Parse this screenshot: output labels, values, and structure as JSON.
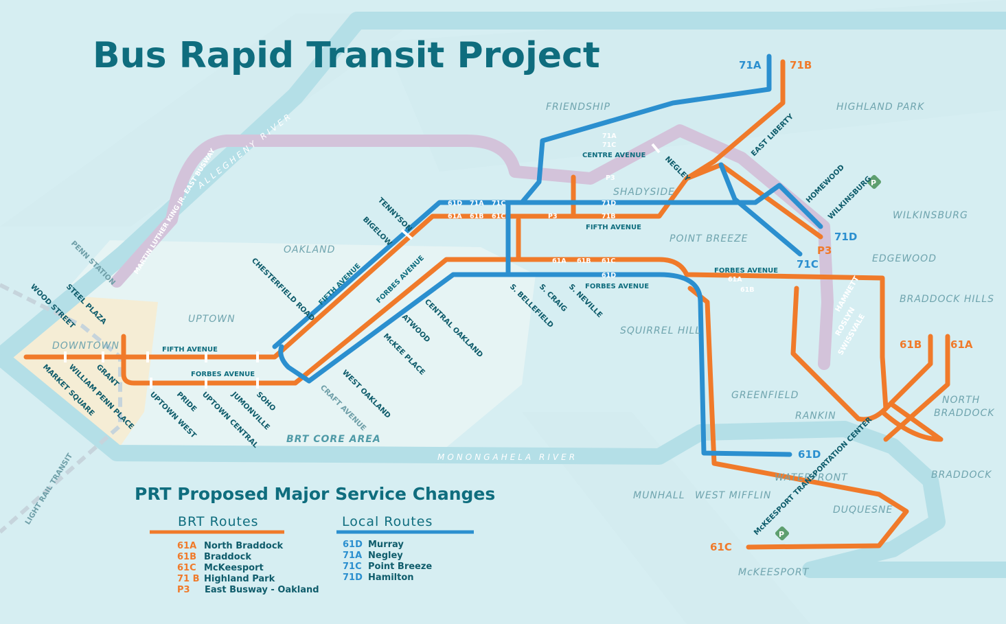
{
  "title": "Bus Rapid Transit Project",
  "colors": {
    "brt": "#f07a2a",
    "local": "#2b8fcf",
    "busway": "#d3c3da",
    "river": "#b4dfe7",
    "background": "#d6eef2",
    "text": "#0f6d7e"
  },
  "areas": {
    "friendship": "FRIENDSHIP",
    "highland_park": "HIGHLAND PARK",
    "shadyside": "SHADYSIDE",
    "wilkinsburg": "WILKINSBURG",
    "point_breeze": "POINT BREEZE",
    "edgewood": "EDGEWOOD",
    "oakland": "OAKLAND",
    "braddock_hills": "BRADDOCK HILLS",
    "uptown": "UPTOWN",
    "squirrel_hill": "SQUIRREL HILL",
    "downtown": "DOWNTOWN",
    "greenfield": "GREENFIELD",
    "north_braddock_1": "NORTH",
    "north_braddock_2": "BRADDOCK",
    "rankin": "RANKIN",
    "brt_core": "BRT CORE AREA",
    "braddock": "BRADDOCK",
    "waterfront": "WATERFRONT",
    "munhall": "MUNHALL",
    "west_mifflin": "WEST MIFFLIN",
    "duquesne": "DUQUESNE",
    "mckeesport": "McKEESPORT"
  },
  "rivers": {
    "allegheny": "ALLEGHENY RIVER",
    "monongahela": "MONONGAHELA RIVER"
  },
  "transit": {
    "busway": "MARTIN LUTHER KING JR. EAST BUSWAY",
    "light_rail": "LIGHT RAIL TRANSIT",
    "penn_station": "PENN STATION"
  },
  "stops": {
    "wood_street": "WOOD STREET",
    "steel_plaza": "STEEL PLAZA",
    "market_square": "MARKET SQUARE",
    "william_penn": "WILLIAM PENN PLACE",
    "grant": "GRANT",
    "uptown_west": "UPTOWN WEST",
    "pride": "PRIDE",
    "uptown_central": "UPTOWN CENTRAL",
    "jumonville": "JUMONVILLE",
    "soho": "SOHO",
    "chesterfield": "CHESTERFIELD ROAD",
    "tennyson": "TENNYSON",
    "bigelow": "BIGELOW",
    "atwood": "ATWOOD",
    "central_oakland": "CENTRAL OAKLAND",
    "mckee_place": "McKEE PLACE",
    "west_oakland": "WEST OAKLAND",
    "craft_avenue": "CRAFT AVENUE",
    "s_bellefield": "S. BELLEFIELD",
    "s_craig": "S. CRAIG",
    "s_neville": "S. NEVILLE",
    "negley": "NEGLEY",
    "east_liberty": "EAST LIBERTY",
    "homewood": "HOMEWOOD",
    "wilkinsburg": "WILKINSBURG",
    "hamnett": "HAMNETT",
    "roslyn": "ROSLYN",
    "swissvale": "SWISSVALE",
    "mckeesport_tc": "McKEESPORT TRANSPORTATION CENTER"
  },
  "streets": {
    "fifth_avenue": "FIFTH AVENUE",
    "forbes_avenue": "FORBES AVENUE",
    "centre_avenue": "CENTRE AVENUE"
  },
  "onroute": {
    "r61d": "61D",
    "r71a": "71A",
    "r71c": "71C",
    "r61a": "61A",
    "r61b": "61B",
    "r61c": "61C",
    "r71b": "71B",
    "rp3": "P3",
    "r71d": "71D"
  },
  "route_labels": {
    "r71a": "71A",
    "r71b": "71B",
    "r71d": "71D",
    "r71c": "71C",
    "rp3": "P3",
    "r61b": "61B",
    "r61a": "61A",
    "r61d": "61D",
    "r61c": "61C"
  },
  "legend": {
    "title": "PRT Proposed Major Service Changes",
    "brt_heading": "BRT Routes",
    "local_heading": "Local Routes",
    "brt_routes": [
      {
        "code": "61A",
        "name": "North Braddock"
      },
      {
        "code": "61B",
        "name": "Braddock"
      },
      {
        "code": "61C",
        "name": "McKeesport"
      },
      {
        "code": "71 B",
        "name": "Highland Park"
      },
      {
        "code": "P3",
        "name": "East Busway - Oakland"
      }
    ],
    "local_routes": [
      {
        "code": "61D",
        "name": "Murray"
      },
      {
        "code": "71A",
        "name": "Negley"
      },
      {
        "code": "71C",
        "name": "Point Breeze"
      },
      {
        "code": "71D",
        "name": "Hamilton"
      }
    ]
  }
}
